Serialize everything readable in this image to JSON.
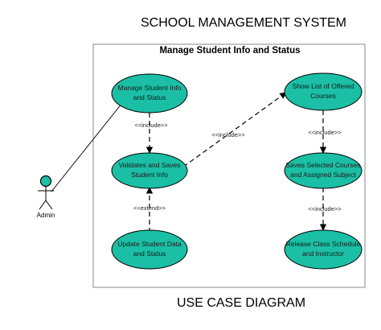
{
  "diagram": {
    "title": "SCHOOL MANAGEMENT SYSTEM",
    "footer": "USE CASE DIAGRAM",
    "system_boundary": {
      "title": "Manage Student Info and Status"
    },
    "actor": {
      "label": "Admin"
    },
    "use_cases": {
      "manage_info": [
        "Manage Student Info",
        "and Status"
      ],
      "validate_info": [
        "Validates and Saves",
        "Student Info"
      ],
      "update_data": [
        "Update Student Data",
        "and Status"
      ],
      "show_courses": [
        "Show List of Offered",
        "Courses"
      ],
      "save_courses": [
        "Saves Selected Courses",
        "and Assigned Subject"
      ],
      "release_schedule": [
        "Release Class Schedule",
        "and Instructor"
      ]
    },
    "relations": {
      "include_1": "<<include>>",
      "extend_1": "<<extend>>",
      "include_2": "<<include>>",
      "include_3": "<<include>>",
      "include_4": "<<include>>"
    },
    "colors": {
      "use_case_fill": "#1bbfa5",
      "actor_head_fill": "#1bbfa5",
      "line": "#000000"
    }
  }
}
